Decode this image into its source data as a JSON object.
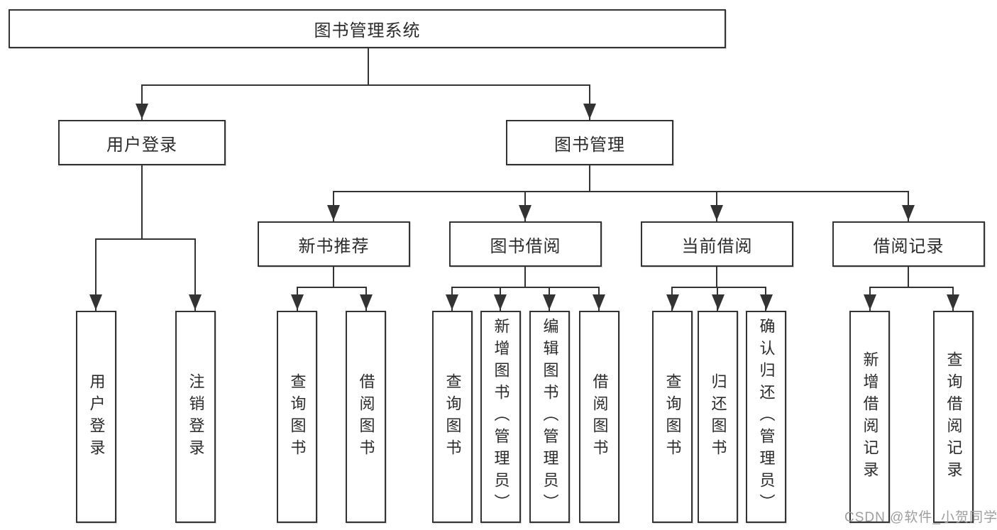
{
  "nodes": {
    "root": "图书管理系统",
    "user_login": "用户登录",
    "book_management": "图书管理",
    "new_book_recommend": "新书推荐",
    "book_borrowing": "图书借阅",
    "current_borrowing": "当前借阅",
    "borrowing_records": "借阅记录",
    "leaf_user_login": "用户登录",
    "leaf_logout": "注销登录",
    "leaf_nbr_query_books": "查询图书",
    "leaf_nbr_borrow_books": "借阅图书",
    "leaf_bb_query_books": "查询图书",
    "leaf_bb_add_books": "新增图书（管理员）",
    "leaf_bb_edit_books": "编辑图书（管理员）",
    "leaf_bb_borrow_books": "借阅图书",
    "leaf_cb_query_books": "查询图书",
    "leaf_cb_return_books": "归还图书",
    "leaf_cb_confirm_return": "确认归还（管理员）",
    "leaf_br_add_record": "新增借阅记录",
    "leaf_br_query_record": "查询借阅记录"
  },
  "watermark": "CSDN @软件_小贺同学",
  "colors": {
    "line": "#333333",
    "text": "#2b2b2b",
    "watermark": "#9e9e9e",
    "background": "#ffffff"
  }
}
